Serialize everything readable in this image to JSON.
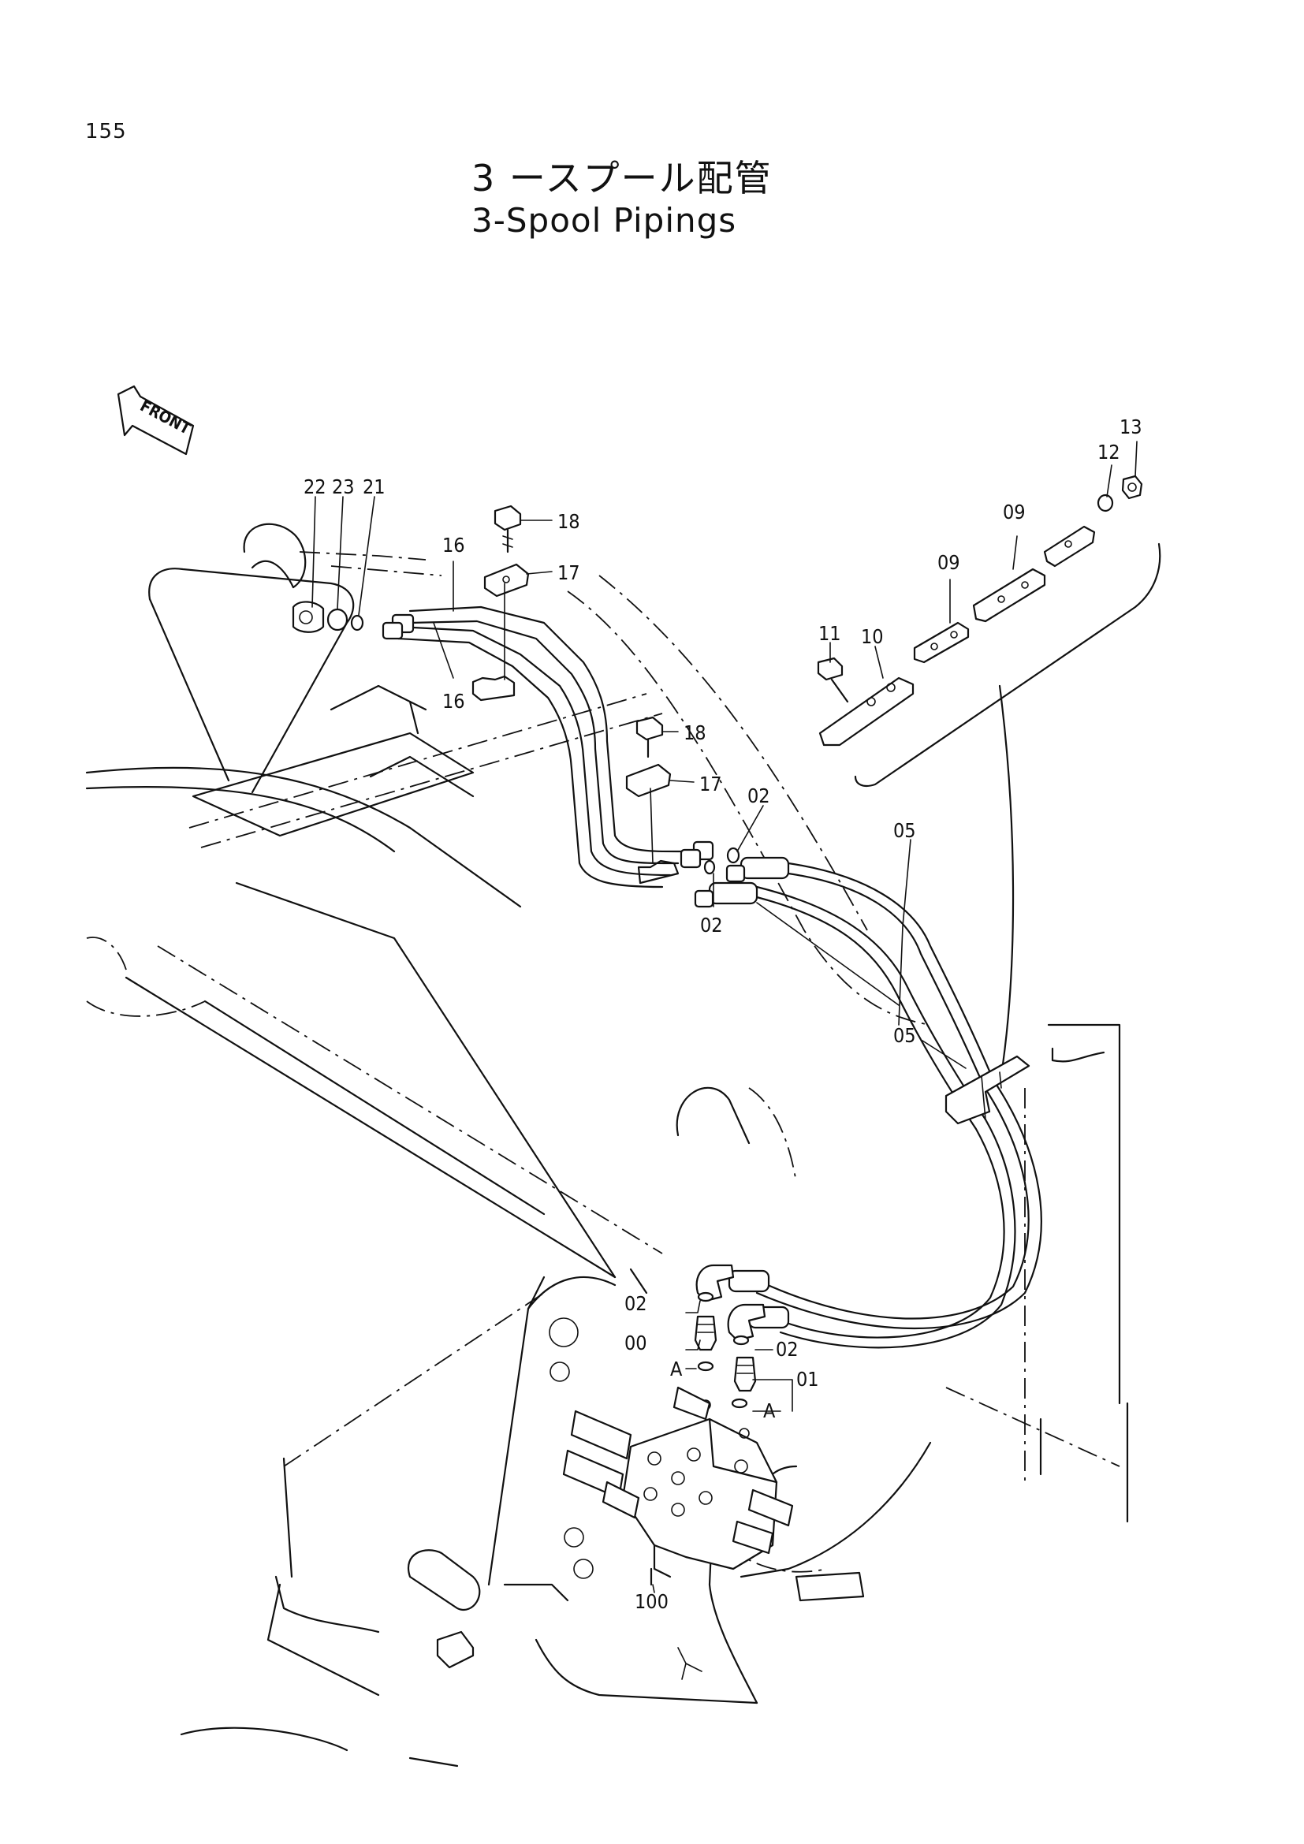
{
  "page": {
    "number": "155"
  },
  "title": {
    "japanese": "3 ースプール配管",
    "english": "3-Spool Pipings"
  },
  "orientation_marker": {
    "text": "FRONT",
    "icon": "front-arrow-icon"
  },
  "callouts": {
    "c22": "22",
    "c23": "23",
    "c21": "21",
    "c16a": "16",
    "c16b": "16",
    "c18a": "18",
    "c17a": "17",
    "c18b": "18",
    "c17b": "17",
    "c02a": "02",
    "c02b": "02",
    "c02c": "02",
    "c02d": "02",
    "c05a": "05",
    "c05b": "05",
    "c11": "11",
    "c10": "10",
    "c09a": "09",
    "c09b": "09",
    "c12": "12",
    "c13": "13",
    "c00": "00",
    "c01": "01",
    "cA1": "A",
    "cA2": "A",
    "c100": "100"
  }
}
